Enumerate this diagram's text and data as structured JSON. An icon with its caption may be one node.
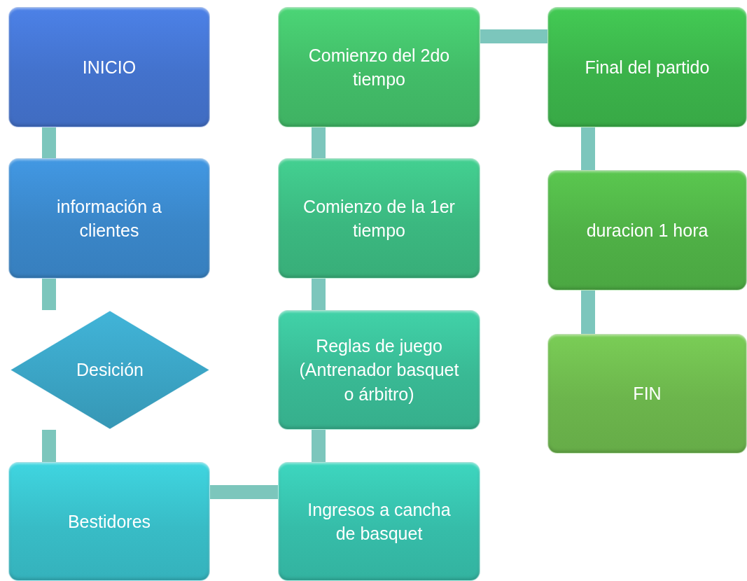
{
  "diagram": {
    "nodes": [
      {
        "text": [
          "INICIO"
        ]
      },
      {
        "text": [
          "información a clientes"
        ]
      },
      {
        "text": [
          "Desición"
        ]
      },
      {
        "text": [
          "Bestidores"
        ]
      },
      {
        "text": [
          "Ingresos a cancha de basquet"
        ]
      },
      {
        "text": [
          "Reglas de juego (Antrenador basquet o árbitro)"
        ]
      },
      {
        "text": [
          "Comienzo de la 1er tiempo"
        ]
      },
      {
        "text": [
          "Comienzo del 2do tiempo"
        ]
      },
      {
        "text": [
          "Final del partido"
        ]
      },
      {
        "text": [
          "duracion 1 hora"
        ]
      },
      {
        "text": [
          "FIN"
        ]
      }
    ],
    "edges": [
      {
        "from": 0,
        "to": 1,
        "arrow": "none"
      },
      {
        "from": 1,
        "to": 2,
        "arrow": "none"
      },
      {
        "from": 2,
        "to": 3,
        "arrow": "none"
      },
      {
        "from": 3,
        "to": 4,
        "arrow": "none"
      },
      {
        "from": 4,
        "to": 5,
        "arrow": "none"
      },
      {
        "from": 5,
        "to": 6,
        "arrow": "none"
      },
      {
        "from": 6,
        "to": 7,
        "arrow": "none"
      },
      {
        "from": 7,
        "to": 8,
        "arrow": "none"
      },
      {
        "from": 8,
        "to": 9,
        "arrow": "none"
      },
      {
        "from": 9,
        "to": 10,
        "arrow": "none"
      }
    ]
  }
}
